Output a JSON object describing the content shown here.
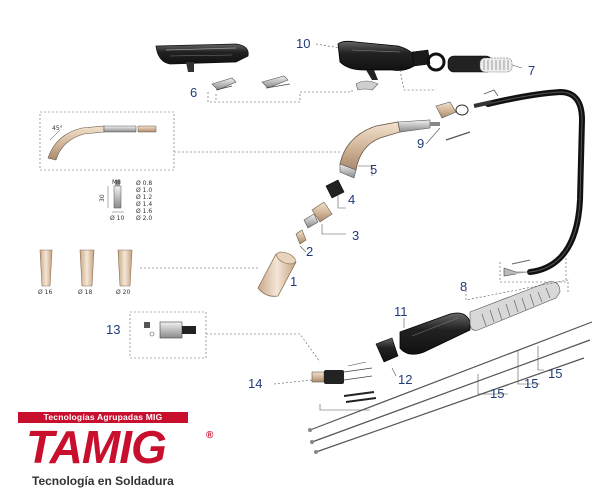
{
  "callouts": {
    "c1": "1",
    "c2": "2",
    "c3": "3",
    "c4": "4",
    "c5": "5",
    "c6": "6",
    "c7": "7",
    "c8": "8",
    "c9": "9",
    "c10": "10",
    "c11": "11",
    "c12": "12",
    "c13": "13",
    "c14": "14",
    "c15a": "15",
    "c15b": "15",
    "c15c": "15"
  },
  "detail": {
    "angle": "45°",
    "thread": "M8",
    "length": "30",
    "shank": "Ø 10",
    "diameters": [
      "Ø 0.8",
      "Ø 1.0",
      "Ø 1.2",
      "Ø 1.4",
      "Ø 1.6",
      "Ø 2.0"
    ],
    "nozzles": [
      "Ø 16",
      "Ø 18",
      "Ø 20"
    ]
  },
  "logo": {
    "tagline": "Tecnologías Agrupadas MIG",
    "name": "TAMIG",
    "reg": "®",
    "subtitle": "Tecnología en Soldadura"
  },
  "colors": {
    "callout": "#1f3c7a",
    "brand": "#c8102e"
  }
}
